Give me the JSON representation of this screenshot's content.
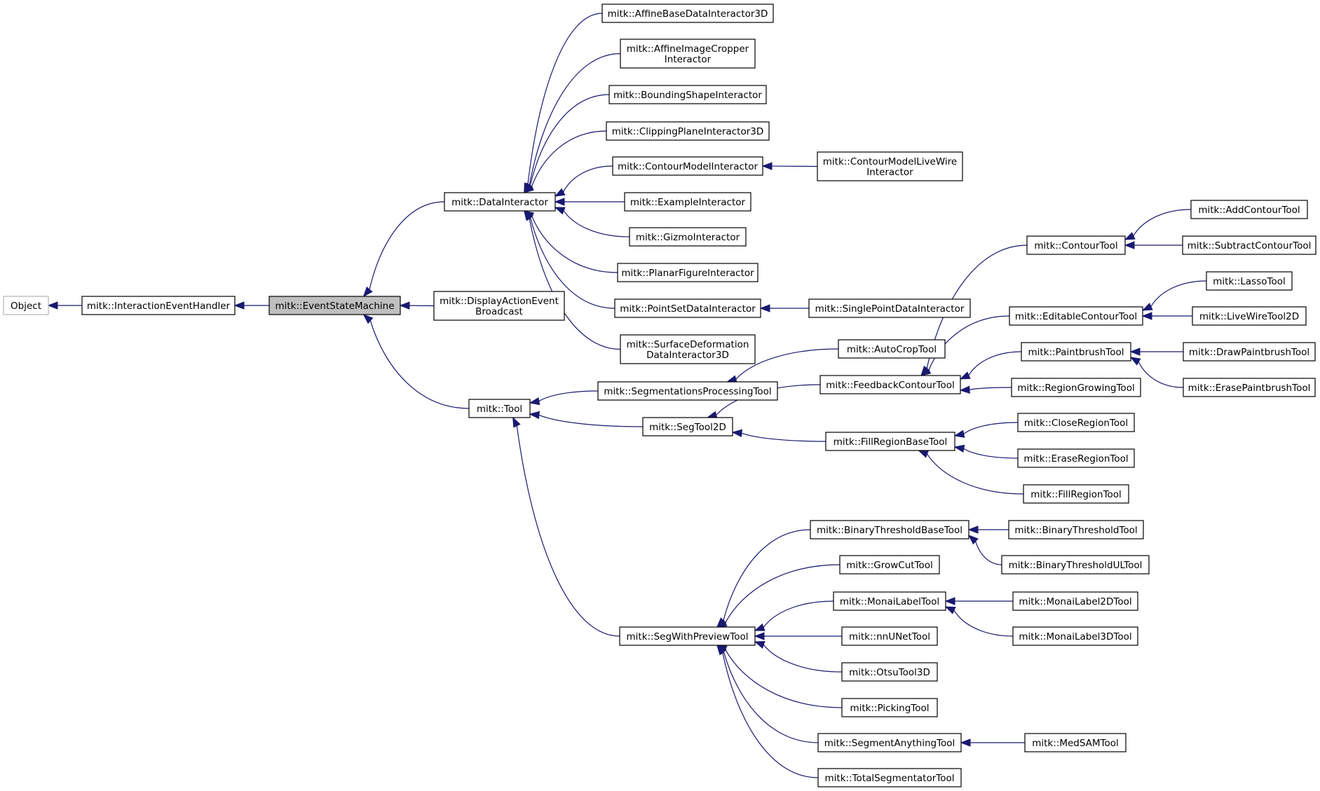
{
  "nodes": [
    {
      "id": "object",
      "lines": [
        "Object"
      ],
      "faded": true
    },
    {
      "id": "interaction-event-handler",
      "lines": [
        "mitk::InteractionEventHandler"
      ]
    },
    {
      "id": "event-state-machine",
      "lines": [
        "mitk::EventStateMachine"
      ],
      "current": true
    },
    {
      "id": "data-interactor",
      "lines": [
        "mitk::DataInteractor"
      ]
    },
    {
      "id": "display-action-event-broadcast",
      "lines": [
        "mitk::DisplayActionEvent",
        "Broadcast"
      ]
    },
    {
      "id": "tool",
      "lines": [
        "mitk::Tool"
      ]
    },
    {
      "id": "affine-base-data-interactor-3d",
      "lines": [
        "mitk::AffineBaseDataInteractor3D"
      ]
    },
    {
      "id": "affine-image-cropper-interactor",
      "lines": [
        "mitk::AffineImageCropper",
        "Interactor"
      ]
    },
    {
      "id": "bounding-shape-interactor",
      "lines": [
        "mitk::BoundingShapeInteractor"
      ]
    },
    {
      "id": "clipping-plane-interactor-3d",
      "lines": [
        "mitk::ClippingPlaneInteractor3D"
      ]
    },
    {
      "id": "contour-model-interactor",
      "lines": [
        "mitk::ContourModelInteractor"
      ]
    },
    {
      "id": "contour-model-live-wire-interactor",
      "lines": [
        "mitk::ContourModelLiveWire",
        "Interactor"
      ]
    },
    {
      "id": "example-interactor",
      "lines": [
        "mitk::ExampleInteractor"
      ]
    },
    {
      "id": "gizmo-interactor",
      "lines": [
        "mitk::GizmoInteractor"
      ]
    },
    {
      "id": "planar-figure-interactor",
      "lines": [
        "mitk::PlanarFigureInteractor"
      ]
    },
    {
      "id": "point-set-data-interactor",
      "lines": [
        "mitk::PointSetDataInteractor"
      ]
    },
    {
      "id": "single-point-data-interactor",
      "lines": [
        "mitk::SinglePointDataInteractor"
      ]
    },
    {
      "id": "surface-deformation-data-interactor-3d",
      "lines": [
        "mitk::SurfaceDeformation",
        "DataInteractor3D"
      ]
    },
    {
      "id": "segmentations-processing-tool",
      "lines": [
        "mitk::SegmentationsProcessingTool"
      ]
    },
    {
      "id": "auto-crop-tool",
      "lines": [
        "mitk::AutoCropTool"
      ]
    },
    {
      "id": "seg-tool-2d",
      "lines": [
        "mitk::SegTool2D"
      ]
    },
    {
      "id": "feedback-contour-tool",
      "lines": [
        "mitk::FeedbackContourTool"
      ]
    },
    {
      "id": "fill-region-base-tool",
      "lines": [
        "mitk::FillRegionBaseTool"
      ]
    },
    {
      "id": "contour-tool",
      "lines": [
        "mitk::ContourTool"
      ]
    },
    {
      "id": "editable-contour-tool",
      "lines": [
        "mitk::EditableContourTool"
      ]
    },
    {
      "id": "paintbrush-tool",
      "lines": [
        "mitk::PaintbrushTool"
      ]
    },
    {
      "id": "region-growing-tool",
      "lines": [
        "mitk::RegionGrowingTool"
      ]
    },
    {
      "id": "add-contour-tool",
      "lines": [
        "mitk::AddContourTool"
      ]
    },
    {
      "id": "subtract-contour-tool",
      "lines": [
        "mitk::SubtractContourTool"
      ]
    },
    {
      "id": "lasso-tool",
      "lines": [
        "mitk::LassoTool"
      ]
    },
    {
      "id": "live-wire-tool-2d",
      "lines": [
        "mitk::LiveWireTool2D"
      ]
    },
    {
      "id": "draw-paintbrush-tool",
      "lines": [
        "mitk::DrawPaintbrushTool"
      ]
    },
    {
      "id": "erase-paintbrush-tool",
      "lines": [
        "mitk::ErasePaintbrushTool"
      ]
    },
    {
      "id": "close-region-tool",
      "lines": [
        "mitk::CloseRegionTool"
      ]
    },
    {
      "id": "erase-region-tool",
      "lines": [
        "mitk::EraseRegionTool"
      ]
    },
    {
      "id": "fill-region-tool",
      "lines": [
        "mitk::FillRegionTool"
      ]
    },
    {
      "id": "seg-with-preview-tool",
      "lines": [
        "mitk::SegWithPreviewTool"
      ]
    },
    {
      "id": "binary-threshold-base-tool",
      "lines": [
        "mitk::BinaryThresholdBaseTool"
      ]
    },
    {
      "id": "grow-cut-tool",
      "lines": [
        "mitk::GrowCutTool"
      ]
    },
    {
      "id": "monai-label-tool",
      "lines": [
        "mitk::MonaiLabelTool"
      ]
    },
    {
      "id": "nnunet-tool",
      "lines": [
        "mitk::nnUNetTool"
      ]
    },
    {
      "id": "otsu-tool-3d",
      "lines": [
        "mitk::OtsuTool3D"
      ]
    },
    {
      "id": "picking-tool",
      "lines": [
        "mitk::PickingTool"
      ]
    },
    {
      "id": "segment-anything-tool",
      "lines": [
        "mitk::SegmentAnythingTool"
      ]
    },
    {
      "id": "total-segmentator-tool",
      "lines": [
        "mitk::TotalSegmentatorTool"
      ]
    },
    {
      "id": "binary-threshold-tool",
      "lines": [
        "mitk::BinaryThresholdTool"
      ]
    },
    {
      "id": "binary-threshold-ul-tool",
      "lines": [
        "mitk::BinaryThresholdULTool"
      ]
    },
    {
      "id": "monai-label-2d-tool",
      "lines": [
        "mitk::MonaiLabel2DTool"
      ]
    },
    {
      "id": "monai-label-3d-tool",
      "lines": [
        "mitk::MonaiLabel3DTool"
      ]
    },
    {
      "id": "med-sam-tool",
      "lines": [
        "mitk::MedSAMTool"
      ]
    }
  ],
  "edges": [
    {
      "from": "interaction-event-handler",
      "to": "object"
    },
    {
      "from": "event-state-machine",
      "to": "interaction-event-handler"
    },
    {
      "from": "data-interactor",
      "to": "event-state-machine"
    },
    {
      "from": "display-action-event-broadcast",
      "to": "event-state-machine"
    },
    {
      "from": "tool",
      "to": "event-state-machine"
    },
    {
      "from": "affine-base-data-interactor-3d",
      "to": "data-interactor"
    },
    {
      "from": "affine-image-cropper-interactor",
      "to": "data-interactor"
    },
    {
      "from": "bounding-shape-interactor",
      "to": "data-interactor"
    },
    {
      "from": "clipping-plane-interactor-3d",
      "to": "data-interactor"
    },
    {
      "from": "contour-model-interactor",
      "to": "data-interactor"
    },
    {
      "from": "example-interactor",
      "to": "data-interactor"
    },
    {
      "from": "gizmo-interactor",
      "to": "data-interactor"
    },
    {
      "from": "planar-figure-interactor",
      "to": "data-interactor"
    },
    {
      "from": "point-set-data-interactor",
      "to": "data-interactor"
    },
    {
      "from": "surface-deformation-data-interactor-3d",
      "to": "data-interactor"
    },
    {
      "from": "contour-model-live-wire-interactor",
      "to": "contour-model-interactor"
    },
    {
      "from": "single-point-data-interactor",
      "to": "point-set-data-interactor"
    },
    {
      "from": "segmentations-processing-tool",
      "to": "tool"
    },
    {
      "from": "seg-tool-2d",
      "to": "tool"
    },
    {
      "from": "seg-with-preview-tool",
      "to": "tool"
    },
    {
      "from": "auto-crop-tool",
      "to": "segmentations-processing-tool"
    },
    {
      "from": "feedback-contour-tool",
      "to": "seg-tool-2d"
    },
    {
      "from": "fill-region-base-tool",
      "to": "seg-tool-2d"
    },
    {
      "from": "contour-tool",
      "to": "feedback-contour-tool"
    },
    {
      "from": "editable-contour-tool",
      "to": "feedback-contour-tool"
    },
    {
      "from": "paintbrush-tool",
      "to": "feedback-contour-tool"
    },
    {
      "from": "region-growing-tool",
      "to": "feedback-contour-tool"
    },
    {
      "from": "add-contour-tool",
      "to": "contour-tool"
    },
    {
      "from": "subtract-contour-tool",
      "to": "contour-tool"
    },
    {
      "from": "lasso-tool",
      "to": "editable-contour-tool"
    },
    {
      "from": "live-wire-tool-2d",
      "to": "editable-contour-tool"
    },
    {
      "from": "draw-paintbrush-tool",
      "to": "paintbrush-tool"
    },
    {
      "from": "erase-paintbrush-tool",
      "to": "paintbrush-tool"
    },
    {
      "from": "close-region-tool",
      "to": "fill-region-base-tool"
    },
    {
      "from": "erase-region-tool",
      "to": "fill-region-base-tool"
    },
    {
      "from": "fill-region-tool",
      "to": "fill-region-base-tool"
    },
    {
      "from": "binary-threshold-base-tool",
      "to": "seg-with-preview-tool"
    },
    {
      "from": "grow-cut-tool",
      "to": "seg-with-preview-tool"
    },
    {
      "from": "monai-label-tool",
      "to": "seg-with-preview-tool"
    },
    {
      "from": "nnunet-tool",
      "to": "seg-with-preview-tool"
    },
    {
      "from": "otsu-tool-3d",
      "to": "seg-with-preview-tool"
    },
    {
      "from": "picking-tool",
      "to": "seg-with-preview-tool"
    },
    {
      "from": "segment-anything-tool",
      "to": "seg-with-preview-tool"
    },
    {
      "from": "total-segmentator-tool",
      "to": "seg-with-preview-tool"
    },
    {
      "from": "binary-threshold-tool",
      "to": "binary-threshold-base-tool"
    },
    {
      "from": "binary-threshold-ul-tool",
      "to": "binary-threshold-base-tool"
    },
    {
      "from": "monai-label-2d-tool",
      "to": "monai-label-tool"
    },
    {
      "from": "monai-label-3d-tool",
      "to": "monai-label-tool"
    },
    {
      "from": "med-sam-tool",
      "to": "segment-anything-tool"
    }
  ]
}
